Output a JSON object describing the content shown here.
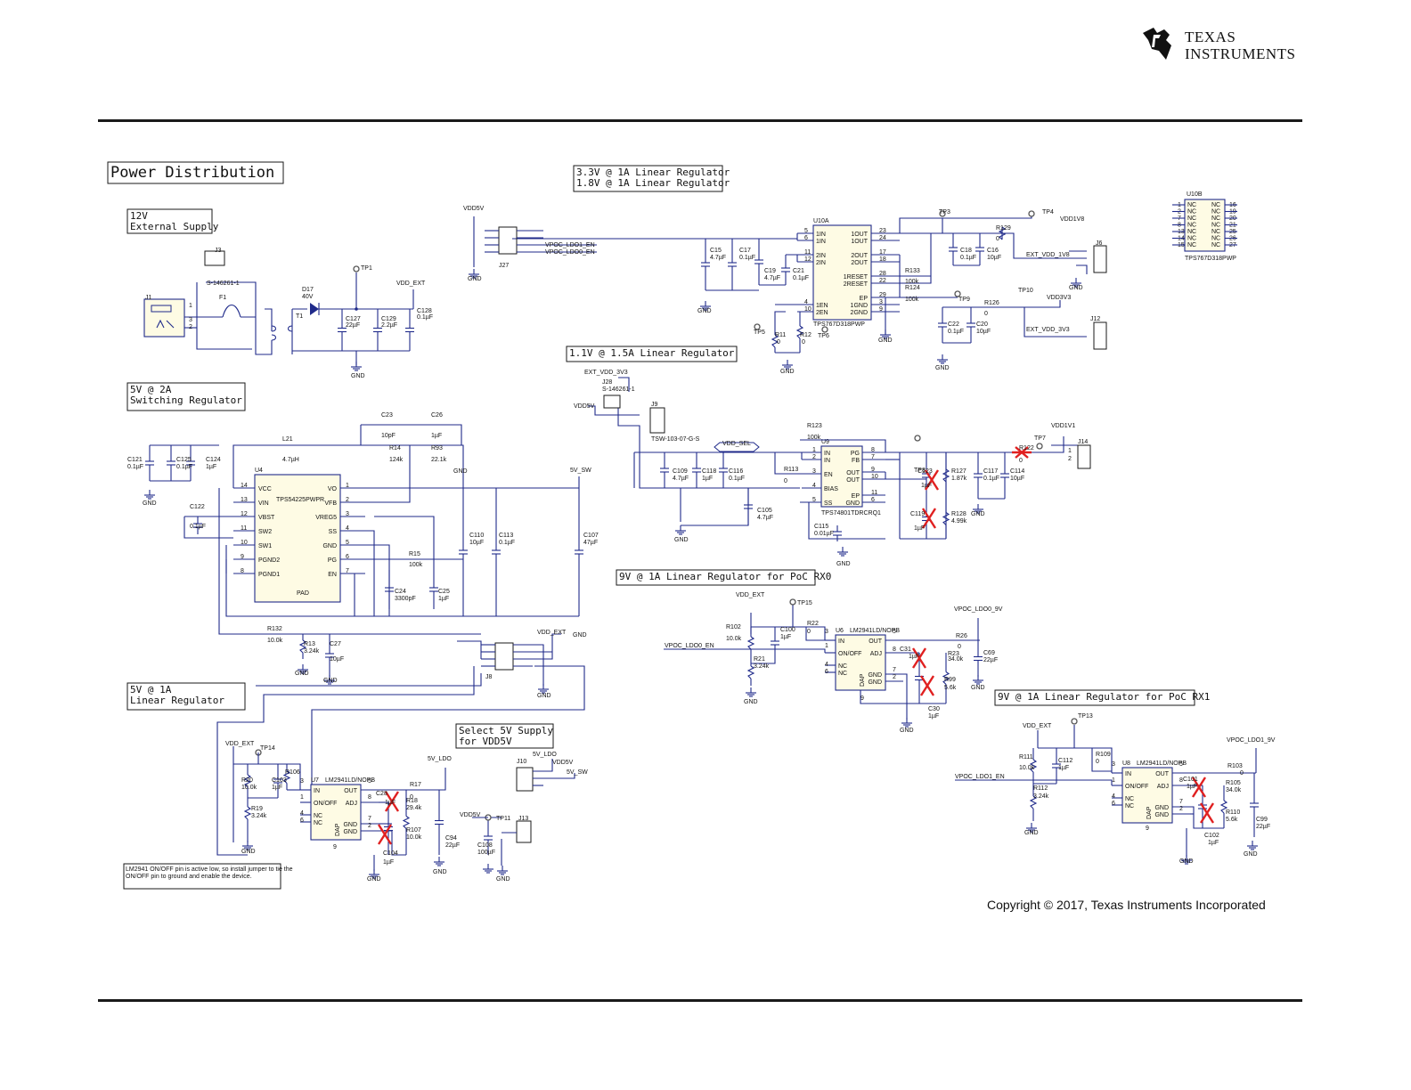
{
  "brand": {
    "line1": "TEXAS",
    "line2": "INSTRUMENTS"
  },
  "copyright": "Copyright © 2017, Texas Instruments Incorporated",
  "title": "Power Distribution",
  "sections": {
    "ext12": [
      "12V",
      "External Supply"
    ],
    "sw5v": [
      "5V @ 2A",
      "Switching Regulator"
    ],
    "lin5v": [
      "5V @ 1A",
      "Linear Regulator"
    ],
    "lin33": [
      "3.3V @ 1A Linear Regulator",
      "1.8V @ 1A Linear Regulator"
    ],
    "lin11": "1.1V @ 1.5A Linear Regulator",
    "rx0": "9V @ 1A Linear Regulator for PoC RX0",
    "rx1": "9V @ 1A Linear Regulator for PoC RX1",
    "sel5v": [
      "Select 5V Supply",
      "for VDD5V"
    ]
  },
  "note": [
    "LM2941 ON/OFF pin is active low, so install jumper to tie the",
    "ON/OFF pin to ground and enable the device."
  ],
  "ics": {
    "u4": {
      "ref": "U4",
      "part": "TPS54225PWPR",
      "left": [
        "VCC",
        "VIN",
        "VBST",
        "SW2",
        "SW1",
        "PGND2",
        "PGND1"
      ],
      "leftPins": [
        "14",
        "13",
        "12",
        "11",
        "10",
        "9",
        "8"
      ],
      "right": [
        "VO",
        "VFB",
        "VREG5",
        "SS",
        "GND",
        "PG",
        "EN"
      ],
      "rightPins": [
        "1",
        "2",
        "3",
        "4",
        "5",
        "6",
        "7"
      ],
      "pad": "PAD"
    },
    "u10a": {
      "ref": "U10A",
      "part": "TPS767D318PWP",
      "left": [
        "1IN",
        "1IN",
        "2IN",
        "2IN",
        "1EN",
        "2EN"
      ],
      "leftPins": [
        "5",
        "6",
        "11",
        "12",
        "4",
        "10"
      ],
      "right": [
        "1OUT",
        "1OUT",
        "2OUT",
        "2OUT",
        "1RESET",
        "2RESET",
        "EP",
        "1GND",
        "2GND"
      ],
      "rightPins": [
        "23",
        "24",
        "17",
        "18",
        "28",
        "22",
        "29",
        "3",
        "9"
      ]
    },
    "u10b": {
      "ref": "U10B",
      "part": "TPS767D318PWP",
      "leftPins": [
        "1",
        "2",
        "7",
        "8",
        "13",
        "14",
        "15"
      ],
      "rightPins": [
        "16",
        "19",
        "20",
        "21",
        "25",
        "26",
        "27"
      ],
      "pin": "NC"
    },
    "u9": {
      "ref": "U9",
      "part": "TPS74801TDRCRQ1",
      "left": [
        "IN",
        "IN",
        "EN",
        "BIAS",
        "SS"
      ],
      "leftPins": [
        "1",
        "2",
        "3",
        "4",
        "5"
      ],
      "right": [
        "PG",
        "FB",
        "OUT",
        "OUT",
        "EP",
        "GND"
      ],
      "rightPins": [
        "8",
        "7",
        "9",
        "10",
        "11",
        "6"
      ]
    },
    "u6": {
      "ref": "U6",
      "part": "LM2941LD/NOPB"
    },
    "u7": {
      "ref": "U7",
      "part": "LM2941LD/NOPB"
    },
    "u8": {
      "ref": "U8",
      "part": "LM2941LD/NOPB"
    },
    "lm2941": {
      "left": [
        "IN",
        "ON/OFF",
        "NC",
        "NC"
      ],
      "right": [
        "OUT",
        "ADJ",
        "GND",
        "GND"
      ],
      "dap": "DAP"
    }
  },
  "labels": [
    "J3",
    "S-146261-1",
    "J1",
    "F1",
    "T1",
    "D17",
    "40V",
    "TP1",
    "VDD_EXT",
    "C127",
    "22µF",
    "C129",
    "2.2µF",
    "C128",
    "0.1µF",
    "GND",
    "C121",
    "0.1µF",
    "C125",
    "0.1µF",
    "C124",
    "1µF",
    "L21",
    "4.7µH",
    "C23",
    "10pF",
    "C26",
    "1µF",
    "R14",
    "124k",
    "R93",
    "22.1k",
    "5V_SW",
    "C122",
    "0.1µF",
    "R15",
    "100k",
    "C110",
    "10µF",
    "C113",
    "0.1µF",
    "C107",
    "47µF",
    "C24",
    "3300pF",
    "C25",
    "1µF",
    "R132",
    "10.0k",
    "R13",
    "3.24k",
    "C27",
    "10µF",
    "J8",
    "VDD5V",
    "J27",
    "VPOC_LDO1_EN",
    "VPOC_LDO0_EN",
    "C15",
    "4.7µF",
    "C17",
    "0.1µF",
    "C19",
    "4.7µF",
    "C21",
    "0.1µF",
    "TP5",
    "R11",
    "0",
    "R12",
    "0",
    "TP6",
    "R133",
    "100k",
    "R124",
    "100k",
    "TP3",
    "TP4",
    "R129",
    "0",
    "VDD1V8",
    "C18",
    "0.1µF",
    "C16",
    "10µF",
    "EXT_VDD_1V8",
    "J6",
    "TP9",
    "TP10",
    "R126",
    "0",
    "VDD3V3",
    "C22",
    "0.1µF",
    "C20",
    "10µF",
    "EXT_VDD_3V3",
    "J12",
    "EXT_VDD_3V3",
    "J28",
    "S-146261-1",
    "VDD5V",
    "J9",
    "TSW-103-07-G-S",
    "VDD_SEL",
    "R123",
    "100k",
    "TP8",
    "C109",
    "4.7µF",
    "C118",
    "1µF",
    "C116",
    "0.1µF",
    "R113",
    "0",
    "C105",
    "4.7µF",
    "C115",
    "0.01µF",
    "C123",
    "1µF",
    "R127",
    "1.87k",
    "C117",
    "0.1µF",
    "C114",
    "10µF",
    "C119",
    "1µF",
    "R128",
    "4.99k",
    "TP7",
    "R122",
    "0",
    "VDD1V1",
    "J14",
    "VDD_EXT",
    "TP15",
    "R102",
    "10.0k",
    "C100",
    "1µF",
    "R22",
    "0",
    "VPOC_LDO0_EN",
    "R21",
    "3.24k",
    "C31",
    "1µF",
    "R23",
    "34.0k",
    "R99",
    "5.6k",
    "C30",
    "1µF",
    "R26",
    "0",
    "VPOC_LDO0_9V",
    "C69",
    "22µF",
    "VDD_EXT",
    "TP14",
    "R106",
    "R20",
    "10.0k",
    "C103",
    "1µF",
    "R19",
    "3.24k",
    "C28",
    "1µF",
    "R17",
    "0",
    "R18",
    "29.4k",
    "R107",
    "10.0k",
    "C104",
    "1µF",
    "5V_LDO",
    "C94",
    "22µF",
    "VDD5V",
    "TP11",
    "C108",
    "100µF",
    "J13",
    "J10",
    "5V_LDO",
    "VDD5V",
    "5V_SW",
    "VDD_EXT",
    "TP13",
    "R111",
    "10.0k",
    "C112",
    "1µF",
    "R109",
    "0",
    "VPOC_LDO1_EN",
    "R112",
    "3.24k",
    "C101",
    "1µF",
    "R105",
    "34.0k",
    "R110",
    "5.6k",
    "C102",
    "1µF",
    "R103",
    "0",
    "VPOC_LDO1_9V",
    "C99",
    "22µF"
  ]
}
